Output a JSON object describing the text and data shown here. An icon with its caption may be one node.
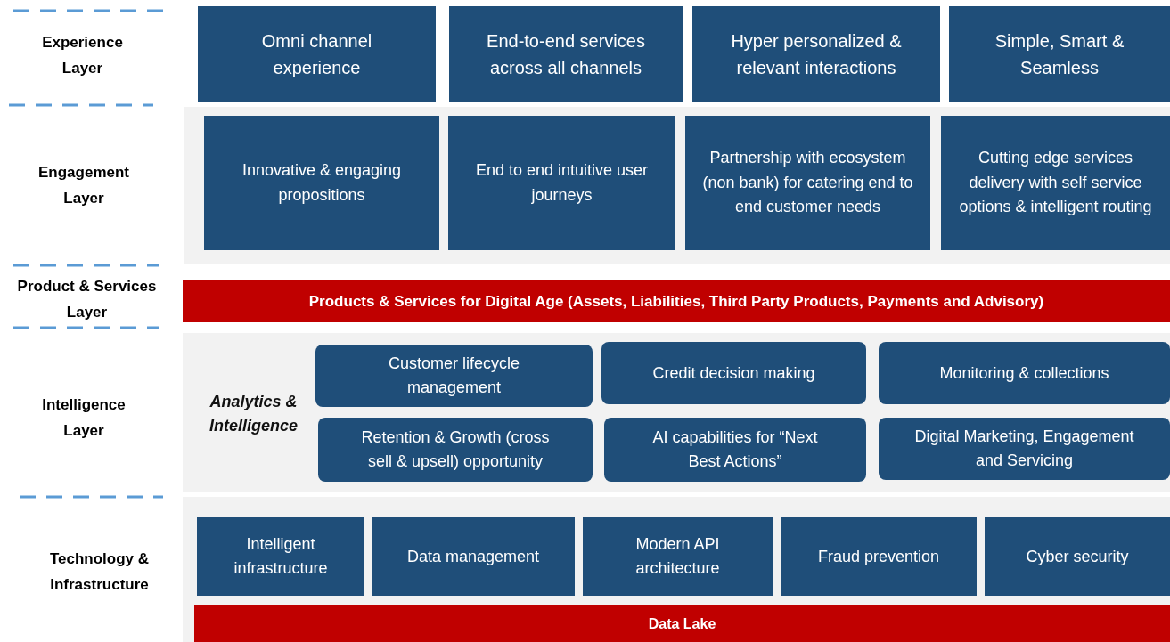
{
  "diagram": {
    "nodes": [
      {
        "text": [
          "Omni channel experience"
        ]
      },
      {
        "text": [
          "End-to-end services across all channels"
        ]
      },
      {
        "text": [
          "Hyper personalized & relevant interactions"
        ]
      },
      {
        "text": [
          "Simple, Smart & Seamless"
        ]
      },
      {
        "text": [],
        "shape": "box"
      },
      {
        "text": [
          "Innovative & engaging propositions"
        ],
        "in": 4
      },
      {
        "text": [
          "End to end intuitive user journeys"
        ],
        "in": 4
      },
      {
        "text": [
          "Partnership with ecosystem (non bank) for catering end to end customer needs"
        ],
        "in": 4
      },
      {
        "text": [
          "Cutting edge services delivery with self service options & intelligent routing"
        ],
        "in": 4
      },
      {
        "text": [
          "Products & Services for Digital Age (Assets, Liabilities, Third Party Products, Payments and Advisory)"
        ]
      },
      {
        "text": [
          "Analytics & Intelligence"
        ]
      },
      {
        "text": [
          "Customer lifecycle management"
        ],
        "in": 10
      },
      {
        "text": [
          "Credit decision making"
        ],
        "in": 10
      },
      {
        "text": [
          "Monitoring & collections"
        ],
        "in": 10
      },
      {
        "text": [
          "Retention & Growth (cross sell & upsell) opportunity"
        ],
        "in": 10
      },
      {
        "text": [
          "AI capabilities for “Next Best Actions”"
        ],
        "in": 10
      },
      {
        "text": [
          "Digital Marketing, Engagement and Servicing"
        ],
        "in": 10
      },
      {
        "text": [],
        "shape": "box"
      },
      {
        "text": [
          "Intelligent infrastructure"
        ],
        "in": 17
      },
      {
        "text": [
          "Data management"
        ],
        "in": 17
      },
      {
        "text": [
          "Modern API architecture"
        ],
        "in": 17
      },
      {
        "text": [
          "Fraud prevention"
        ],
        "in": 17
      },
      {
        "text": [
          "Cyber security"
        ],
        "in": 17
      },
      {
        "text": [
          "Data Lake"
        ],
        "in": 17
      }
    ],
    "edges": [],
    "labels": [
      "Experience Layer",
      "Engagement Layer",
      "Product & Services Layer",
      "Intelligence Layer",
      "Technology & Infrastructure"
    ]
  }
}
